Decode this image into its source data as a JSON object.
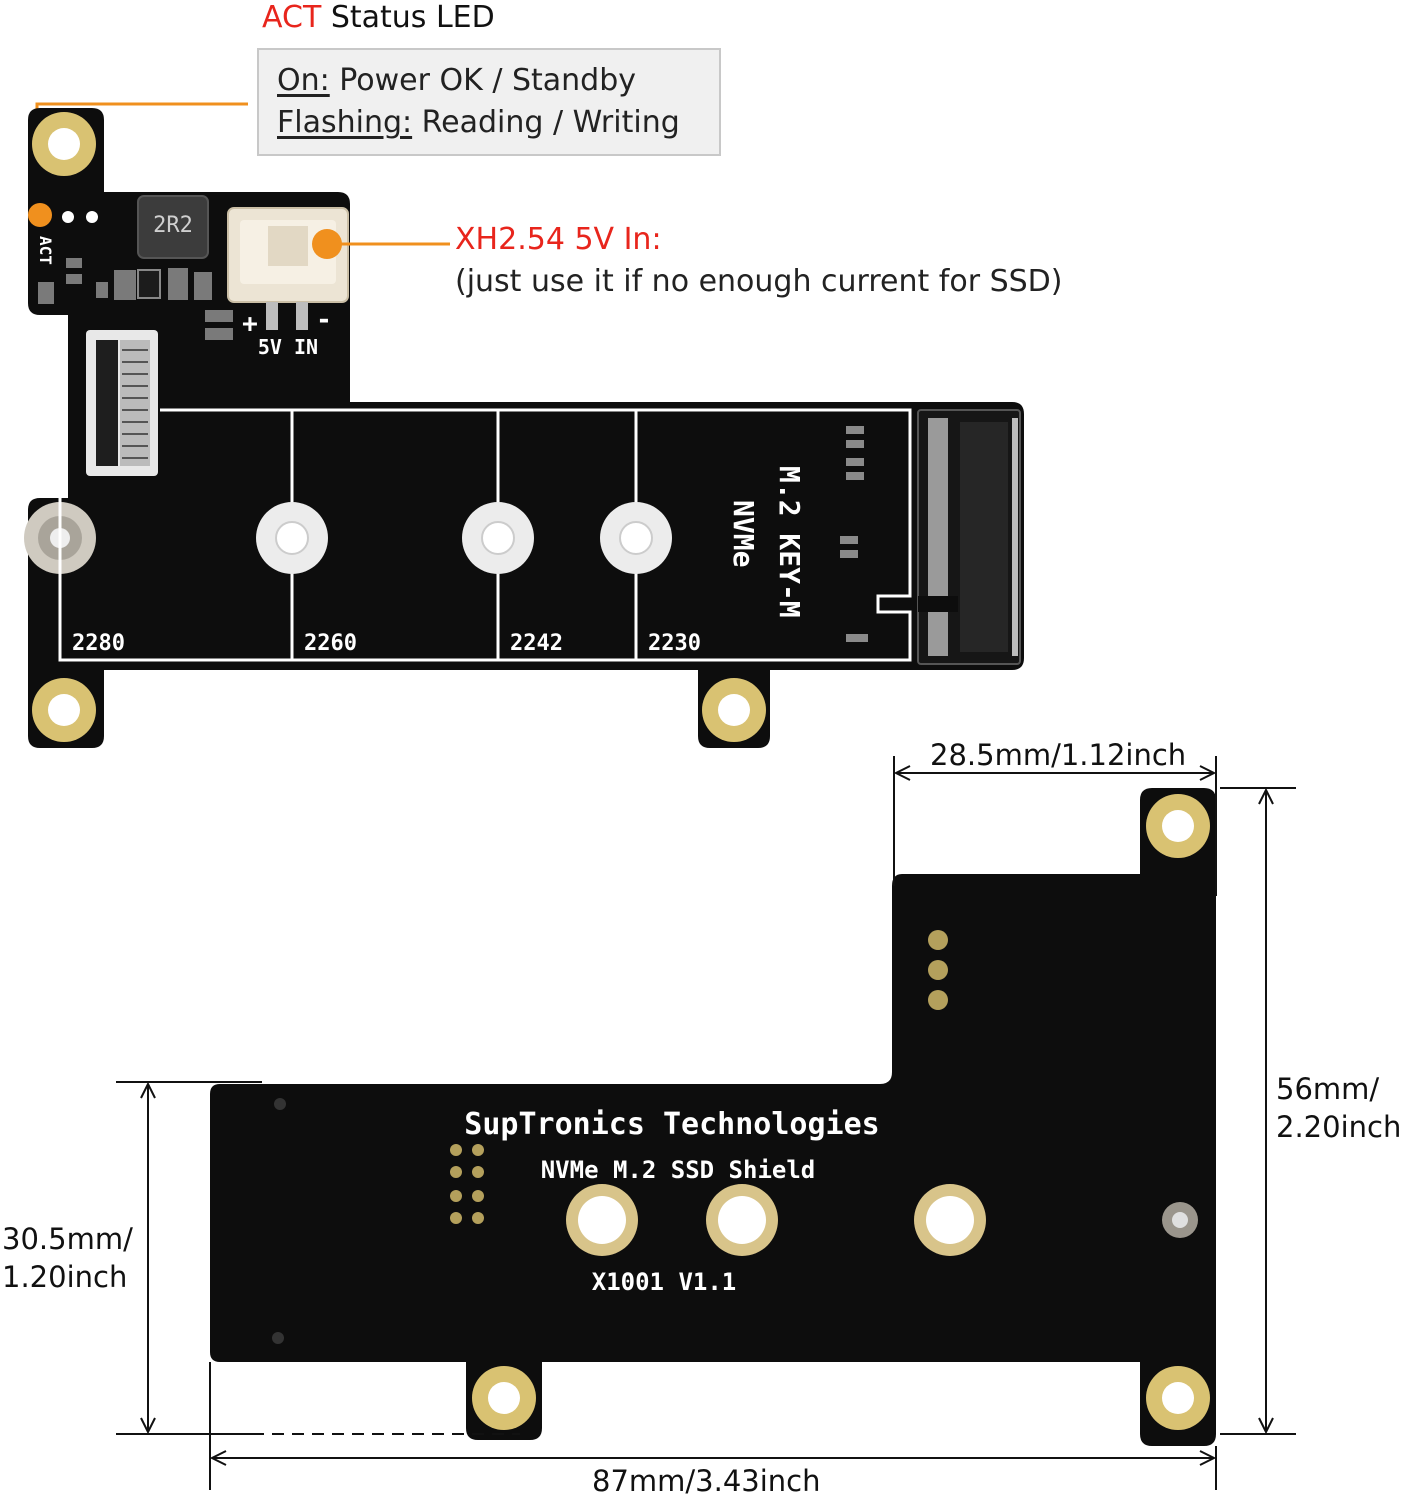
{
  "act_callout": {
    "highlight": "ACT",
    "title": "Status LED"
  },
  "legend": {
    "line1_key": "On:",
    "line1_value": " Power OK / Standby",
    "line2_key": "Flashing:",
    "line2_value": " Reading / Writing"
  },
  "xh_callout": {
    "title": "XH2.54 5V In:",
    "note": "(just use it if no enough current for SSD)"
  },
  "top_board": {
    "silk_act": "ACT",
    "inductor": "2R2",
    "plus": "+",
    "minus": "-",
    "power_label": "5V IN",
    "size_labels": [
      "2280",
      "2260",
      "2242",
      "2230"
    ],
    "title_line1": "M.2 KEY-M",
    "title_line2": "NVMe"
  },
  "bottom_board": {
    "brand": "SupTronics Technologies",
    "product": "NVMe M.2 SSD Shield",
    "model": "X1001 V1.1"
  },
  "dimensions": {
    "top_width": "28.5mm/1.12inch",
    "height_line1": "56mm/",
    "height_line2": "2.20inch",
    "left_line1": "30.5mm/",
    "left_line2": "1.20inch",
    "total_width": "87mm/3.43inch"
  },
  "colors": {
    "pcb": "#0d0d0d",
    "pad": "#d9c272",
    "accent": "#f0901e",
    "highlight": "#e8251c"
  }
}
